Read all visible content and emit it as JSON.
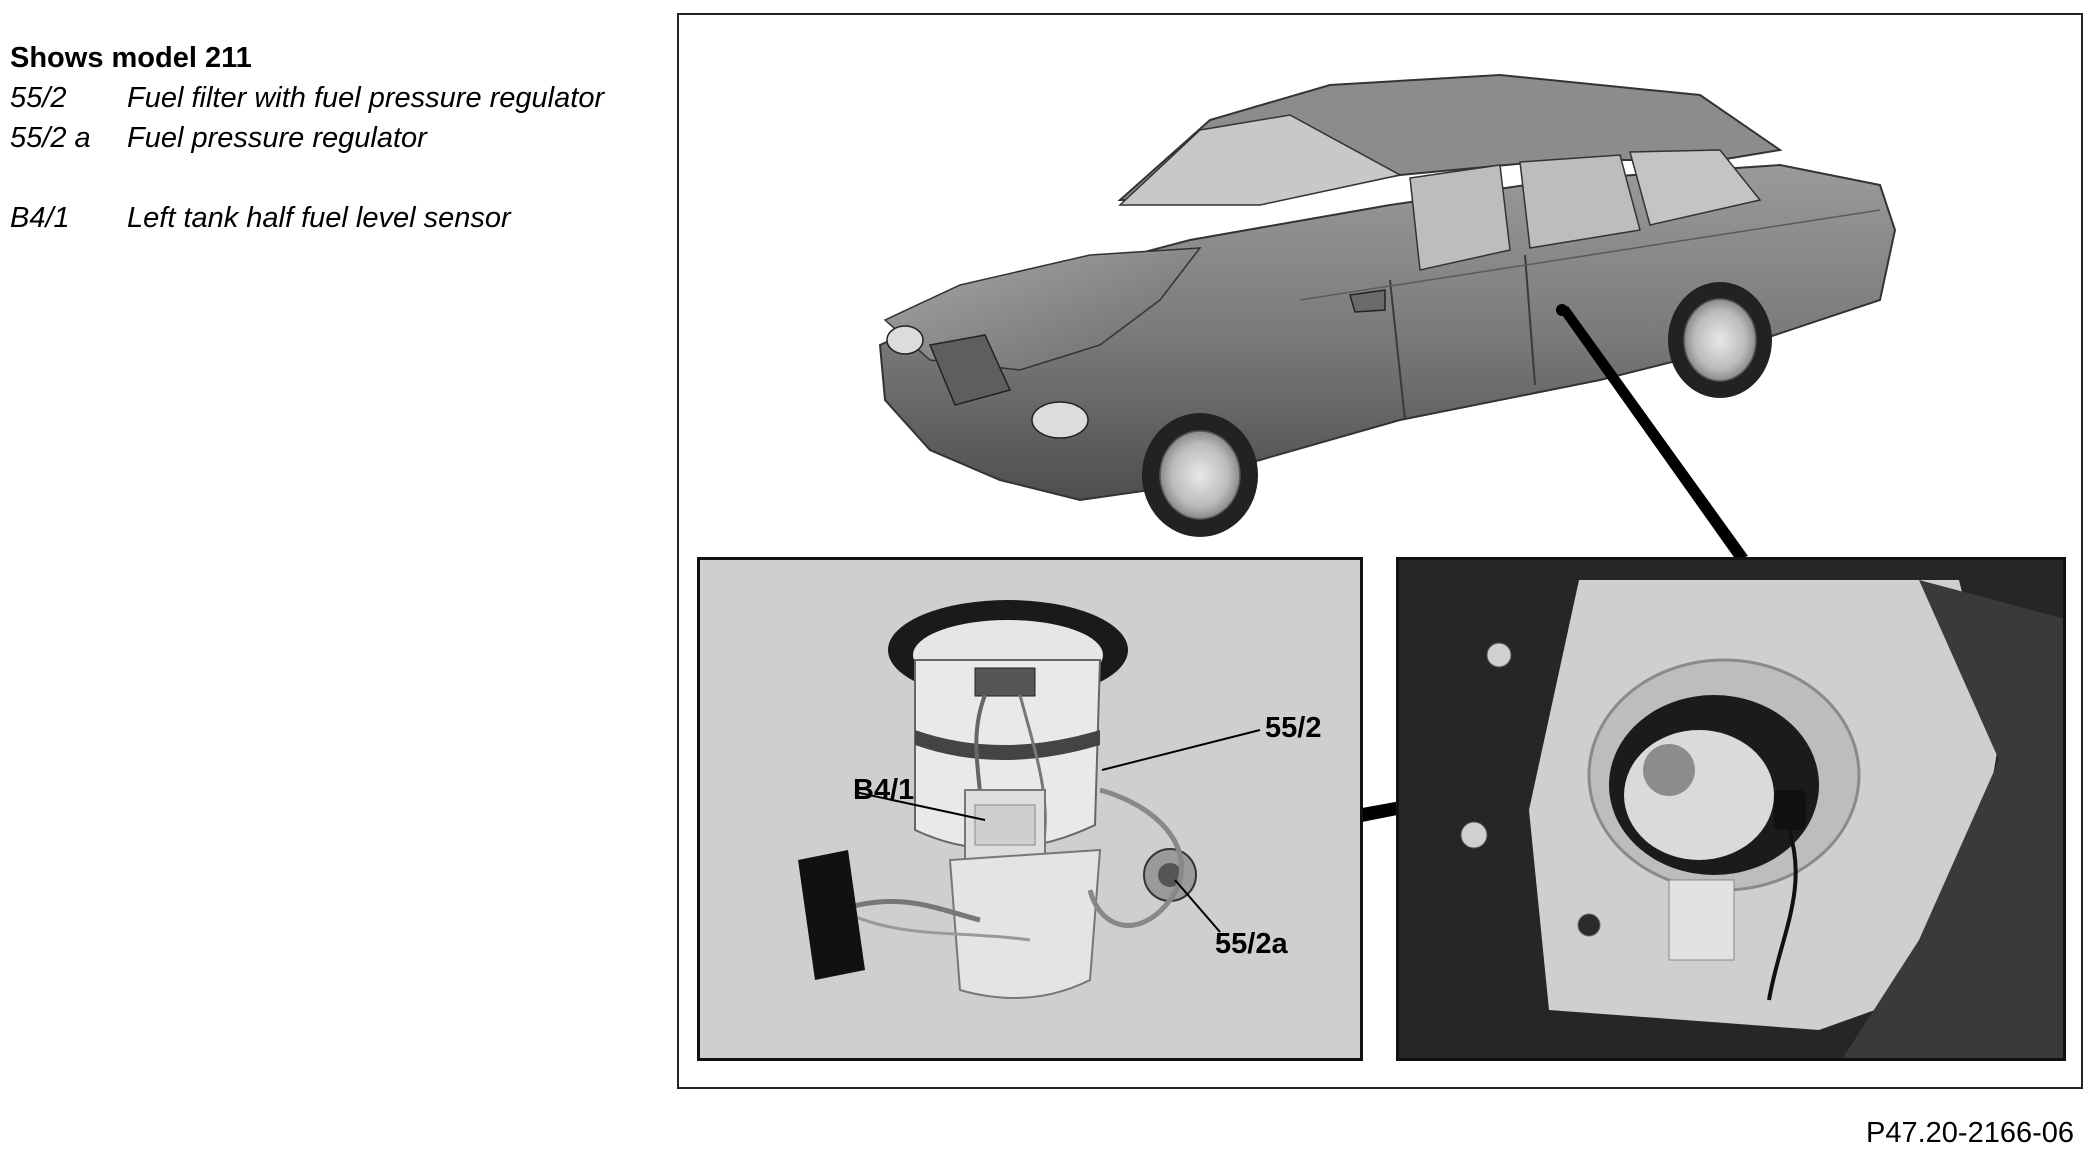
{
  "legend": {
    "title": "Shows model 211",
    "items": [
      {
        "code": "55/2",
        "desc": "Fuel filter with fuel pressure regulator"
      },
      {
        "code": "55/2 a",
        "desc": "Fuel pressure regulator"
      },
      {
        "code": "B4/1",
        "desc": "Left tank half fuel level sensor"
      }
    ]
  },
  "callouts": {
    "b41": "B4/1",
    "p552": "55/2",
    "p552a": "55/2a"
  },
  "reference": "P47.20-2166-06",
  "colors": {
    "car_body": "#7d7d7d",
    "inset_left_bg": "#cfcfcf",
    "inset_right_bg": "#2a2a2a",
    "leader": "#000000"
  }
}
